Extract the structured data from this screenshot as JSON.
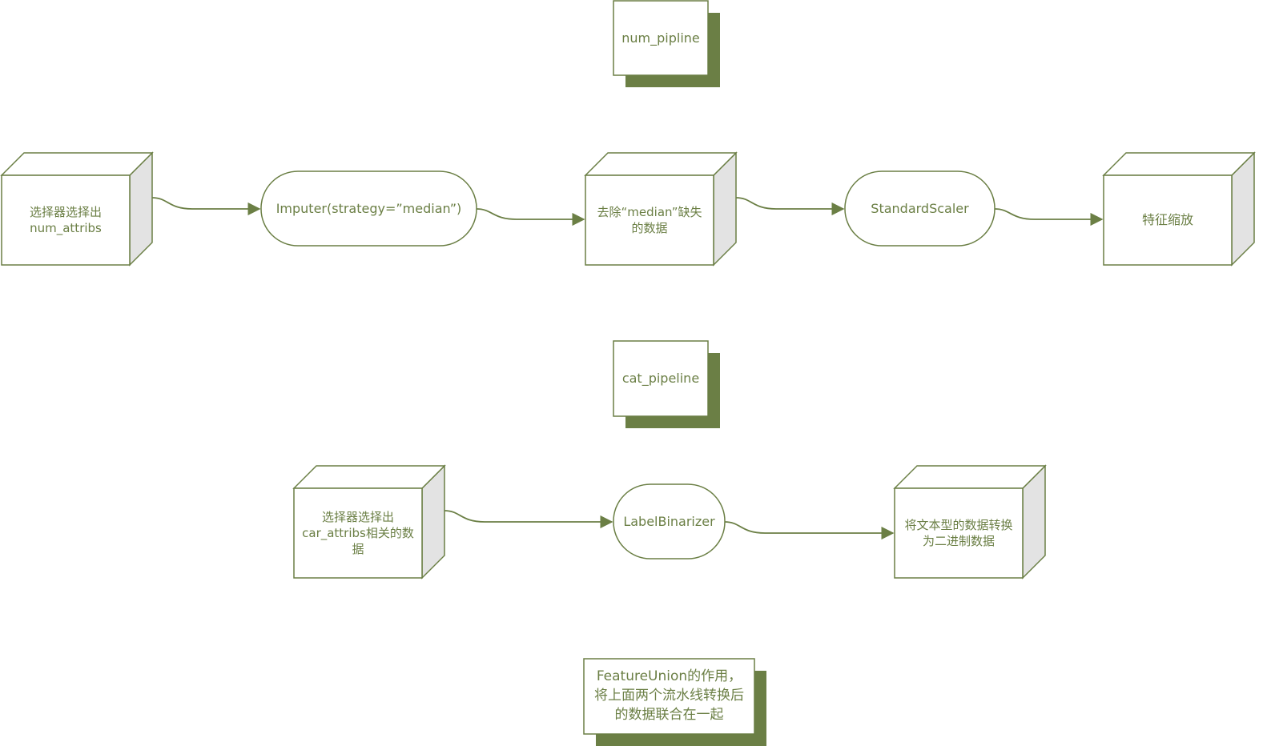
{
  "colors": {
    "stroke": "#6b7f45",
    "shadow": "#6b7f45",
    "cube_side": "#e3e3e3",
    "text": "#6b7f45"
  },
  "notes": {
    "num_pipeline": "num_pipline",
    "cat_pipeline": "cat_pipeline",
    "feature_union": "FeatureUnion的作用，将上面两个流水线转换后的数据联合在一起"
  },
  "num_row": {
    "selector": "选择器选择出num_attribs",
    "imputer": "Imputer(strategy=”median”)",
    "remove_missing": "去除“median”缺失的数据",
    "scaler": "StandardScaler",
    "feature_scaling": "特征缩放"
  },
  "cat_row": {
    "selector": "选择器选择出car_attribs相关的数据",
    "binarizer": "LabelBinarizer",
    "convert": "将文本型的数据转换为二进制数据"
  }
}
